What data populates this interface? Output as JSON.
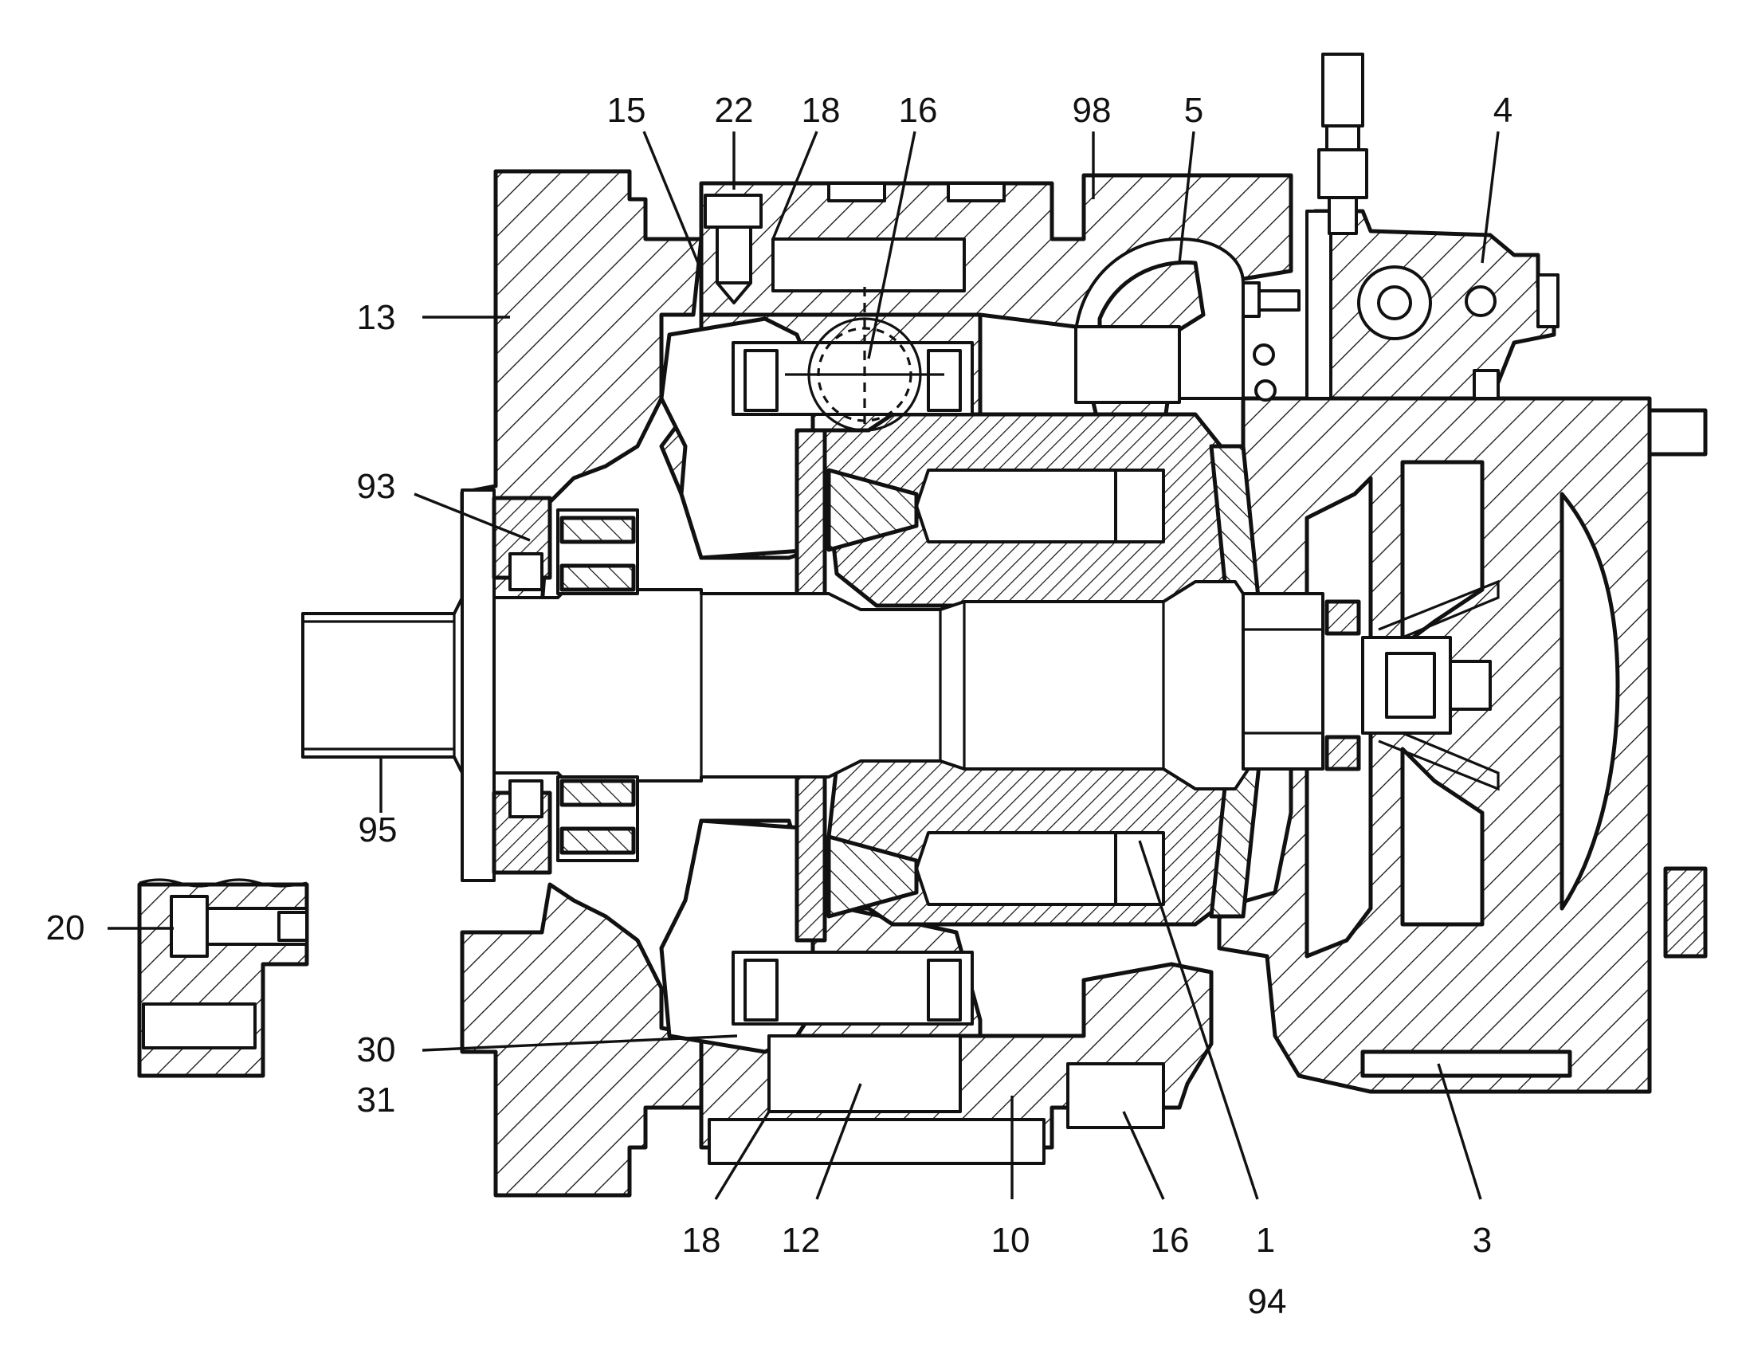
{
  "callouts": [
    {
      "id": "c15",
      "text": "15"
    },
    {
      "id": "c22",
      "text": "22"
    },
    {
      "id": "c18-top",
      "text": "18"
    },
    {
      "id": "c16-top",
      "text": "16"
    },
    {
      "id": "c98",
      "text": "98"
    },
    {
      "id": "c5",
      "text": "5"
    },
    {
      "id": "c4",
      "text": "4"
    },
    {
      "id": "c13",
      "text": "13"
    },
    {
      "id": "c93",
      "text": "93"
    },
    {
      "id": "c95",
      "text": "95"
    },
    {
      "id": "c20",
      "text": "20"
    },
    {
      "id": "c30",
      "text": "30"
    },
    {
      "id": "c31",
      "text": "31"
    },
    {
      "id": "c18-bottom",
      "text": "18"
    },
    {
      "id": "c12",
      "text": "12"
    },
    {
      "id": "c10",
      "text": "10"
    },
    {
      "id": "c16-bottom",
      "text": "16"
    },
    {
      "id": "c1",
      "text": "1"
    },
    {
      "id": "c94",
      "text": "94"
    },
    {
      "id": "c3",
      "text": "3"
    }
  ],
  "colors": {
    "ink": "#111111",
    "paper": "#ffffff"
  }
}
